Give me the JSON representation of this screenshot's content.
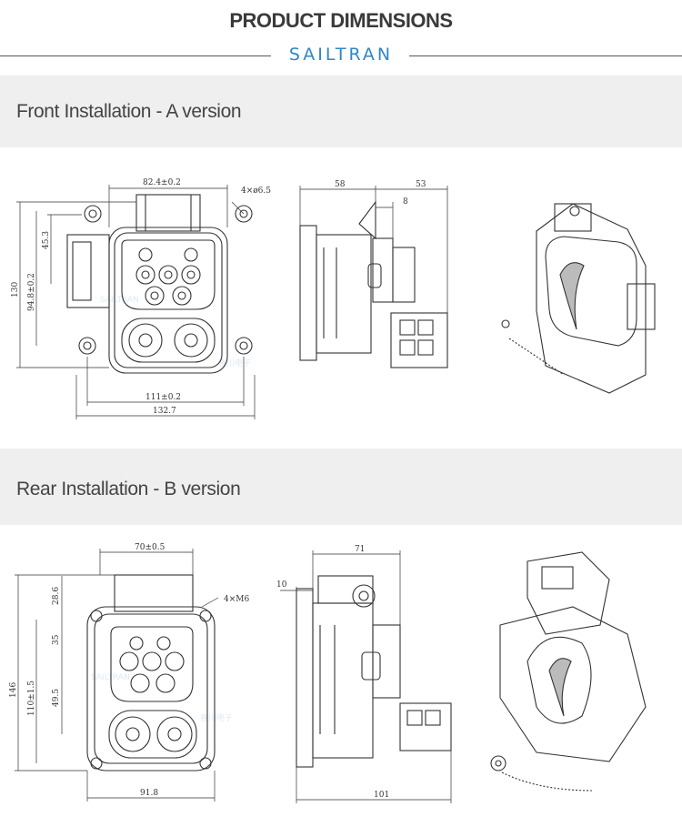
{
  "header": {
    "title": "PRODUCT DIMENSIONS",
    "brand": "SAILTRAN"
  },
  "sections": {
    "a": {
      "label": "Front Installation - A version",
      "dims": {
        "top_width": "82.4±0.2",
        "holes": "4×ø6.5",
        "side_top": "58",
        "side_right": "53",
        "side_step": "8",
        "height_small": "45.3",
        "height_mid": "94.8±0.2",
        "height_total": "130",
        "bottom_inner": "111±0.2",
        "bottom_total": "132.7"
      }
    },
    "b": {
      "label": "Rear Installation - B version",
      "dims": {
        "top_width": "70±0.5",
        "screws": "4×M6",
        "h1": "28.6",
        "h2": "35",
        "h3": "49.5",
        "h4": "110±1.5",
        "h_total": "146",
        "bottom": "91.8",
        "side_top": "71",
        "side_left": "10",
        "side_bottom": "101"
      }
    },
    "watermark": {
      "latin": "SAILTRAN",
      "cjk": "赛川电子"
    }
  }
}
